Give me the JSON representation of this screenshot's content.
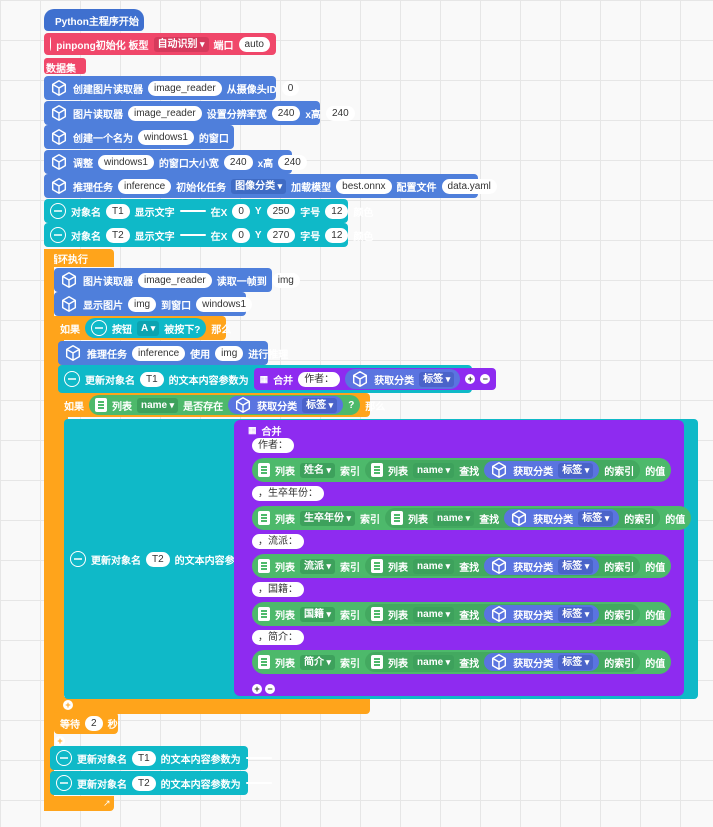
{
  "start": {
    "label": "Python主程序开始"
  },
  "pinpong": {
    "label": "pinpong初始化 板型",
    "board": "自动识别",
    "port_label": "端口",
    "port": "auto"
  },
  "data_collection": "数据集采",
  "b1": {
    "t1": "创建图片读取器",
    "reader": "image_reader",
    "t2": "从摄像头ID",
    "id": "0"
  },
  "b2": {
    "t1": "图片读取器",
    "reader": "image_reader",
    "t2": "设置分辨率宽",
    "w": "240",
    "t3": "x高",
    "h": "240"
  },
  "b3": {
    "t1": "创建一个名为",
    "name": "windows1",
    "t2": "的窗口"
  },
  "b4": {
    "t1": "调整",
    "name": "windows1",
    "t2": "的窗口大小宽",
    "w": "240",
    "t3": "x高",
    "h": "240"
  },
  "b5": {
    "t1": "推理任务",
    "task": "inference",
    "t2": "初始化任务",
    "type": "图像分类",
    "t3": "加载模型",
    "model": "best.onnx",
    "t4": "配置文件",
    "cfg": "data.yaml"
  },
  "t1obj": {
    "t1": "对象名",
    "obj": "T1",
    "t2": "显示文字",
    "text": "",
    "t3": "在X",
    "x": "0",
    "t4": "Y",
    "y": "250",
    "t5": "字号",
    "size": "12",
    "t6": "颜色",
    "color": "#0019e6"
  },
  "t2obj": {
    "t1": "对象名",
    "obj": "T2",
    "t2": "显示文字",
    "text": "",
    "t3": "在X",
    "x": "0",
    "t4": "Y",
    "y": "270",
    "t5": "字号",
    "size": "12",
    "t6": "颜色",
    "color": "#22e02b"
  },
  "loop": {
    "label": "循环执行"
  },
  "l1": {
    "t1": "图片读取器",
    "reader": "image_reader",
    "t2": "读取一帧到",
    "var": "img"
  },
  "l2": {
    "t1": "显示图片",
    "var": "img",
    "t2": "到窗口",
    "win": "windows1"
  },
  "if1": {
    "t1": "如果",
    "t2": "按钮",
    "btn": "A",
    "t3": "被按下?",
    "t4": "那么"
  },
  "infer": {
    "t1": "推理任务",
    "task": "inference",
    "t2": "使用",
    "var": "img",
    "t3": "进行推理"
  },
  "upd1": {
    "t1": "更新对象名",
    "obj": "T1",
    "t2": "的文本内容参数为",
    "merge": "合并",
    "author": "作者：",
    "cls": "获取分类",
    "field": "标签"
  },
  "if2": {
    "t1": "如果",
    "list": "列表",
    "var": "name",
    "t2": "是否存在",
    "cls": "获取分类",
    "field": "标签",
    "q": "?",
    "then": "那么"
  },
  "upd2": {
    "t1": "更新对象名",
    "obj": "T2",
    "t2": "的文本内容参数为"
  },
  "merge": {
    "title": "合并",
    "parts": [
      {
        "text": "作者：",
        "field": "姓名"
      },
      {
        "text": "，生卒年份：",
        "field": "生卒年份"
      },
      {
        "text": "，流派：",
        "field": "流派"
      },
      {
        "text": "，国籍：",
        "field": "国籍"
      },
      {
        "text": "，简介：",
        "field": "简介"
      }
    ],
    "row": {
      "list": "列表",
      "index": "索引",
      "var": "name",
      "find": "查找",
      "cls": "获取分类",
      "label": "标签",
      "of_index": "的索引",
      "value": "的值"
    }
  },
  "wait": {
    "t1": "等待",
    "n": "2",
    "t2": "秒"
  },
  "reset1": {
    "t1": "更新对象名",
    "obj": "T1",
    "t2": "的文本内容参数为",
    "val": ""
  },
  "reset2": {
    "t1": "更新对象名",
    "obj": "T2",
    "t2": "的文本内容参数为",
    "val": ""
  }
}
